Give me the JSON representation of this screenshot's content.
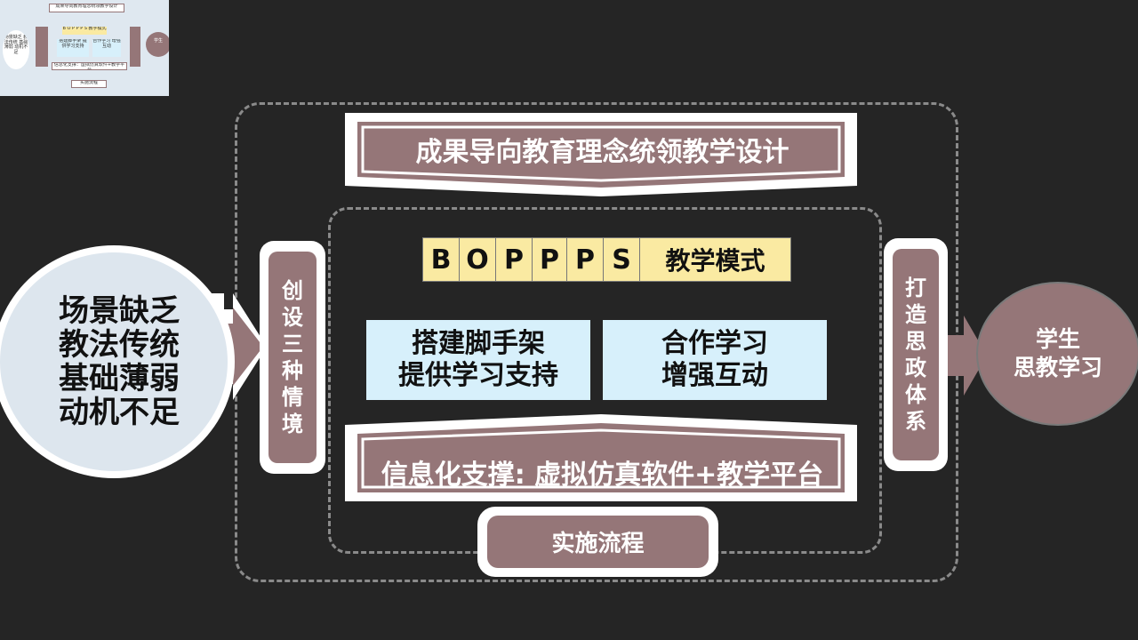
{
  "thumbnail": {
    "title": "成果导向教育理念统领教学设计",
    "left_text": "场景缺乏 教法传统 基础薄弱 动机不足",
    "bopps": "B O P P P S  教学模式",
    "box1": "搭建脚手架 提供学习支持",
    "box2": "合作学习 增强互动",
    "support": "信息化支撑：虚拟仿真软件+教学平台",
    "process": "实施流程",
    "right": "学生"
  },
  "problems": {
    "line1": "场景缺乏",
    "line2": "教法传统",
    "line3": "基础薄弱",
    "line4": "动机不足"
  },
  "banner_top": "成果导向教育理念统领教学设计",
  "left_pillar": "创设三种情境",
  "right_pillar": "打造思政体系",
  "boppps": {
    "letters": [
      "B",
      "O",
      "P",
      "P",
      "P",
      "S"
    ],
    "label": "教学模式"
  },
  "box_left": {
    "line1": "搭建脚手架",
    "line2": "提供学习支持"
  },
  "box_right": {
    "line1": "合作学习",
    "line2": "增强互动"
  },
  "banner_bottom": "信息化支撑: 虚拟仿真软件+教学平台",
  "process_label": "实施流程",
  "outcome": {
    "line1": "学生",
    "line2": "思教学习"
  },
  "colors": {
    "background": "#252525",
    "mauve": "#957678",
    "yellow": "#faeaa2",
    "light_blue": "#d7f0fb",
    "circle_light": "#dde6ee"
  }
}
